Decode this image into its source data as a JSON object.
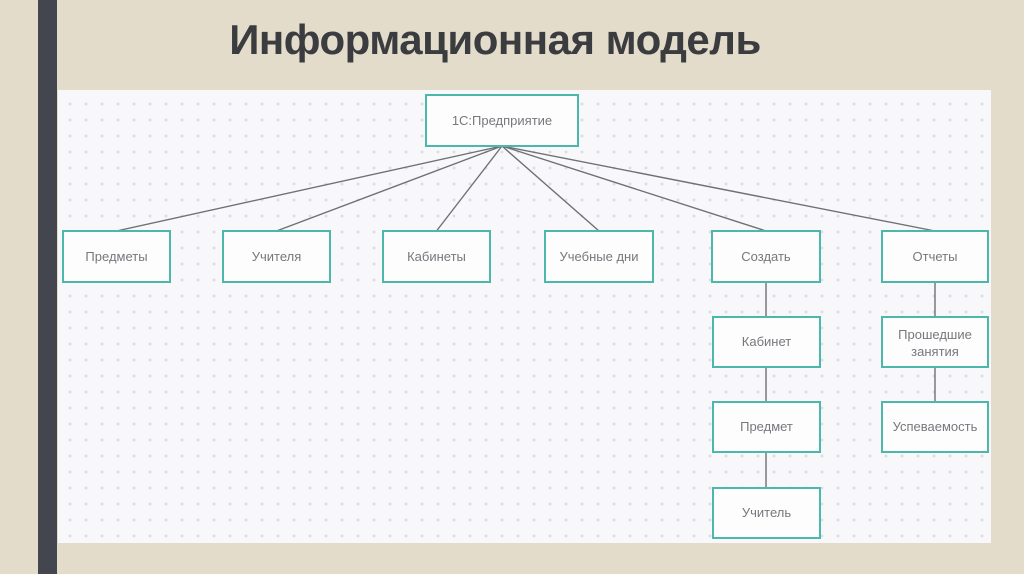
{
  "title": "Информационная модель",
  "colors": {
    "background": "#e3dcca",
    "accent_bar": "#43464f",
    "panel": "#f8f8fb",
    "panel_dot": "#dcdde8",
    "node_border": "#4cb8ab",
    "node_fill": "#fdfdfe",
    "node_text": "#77787c",
    "connector": "#6f7074",
    "title_text": "#3b3c40"
  },
  "diagram": {
    "root": {
      "label": "1С:Предприятие"
    },
    "branches": [
      {
        "label": "Предметы"
      },
      {
        "label": "Учителя"
      },
      {
        "label": "Кабинеты"
      },
      {
        "label": "Учебные дни"
      },
      {
        "label": "Создать"
      },
      {
        "label": "Отчеты"
      }
    ],
    "create_chain": [
      {
        "label": "Кабинет"
      },
      {
        "label": "Предмет"
      },
      {
        "label": "Учитель"
      }
    ],
    "reports_chain": [
      {
        "label": "Прошедшие занятия",
        "line1": "Прошедшие",
        "line2": "занятия"
      },
      {
        "label": "Успеваемость"
      }
    ]
  }
}
